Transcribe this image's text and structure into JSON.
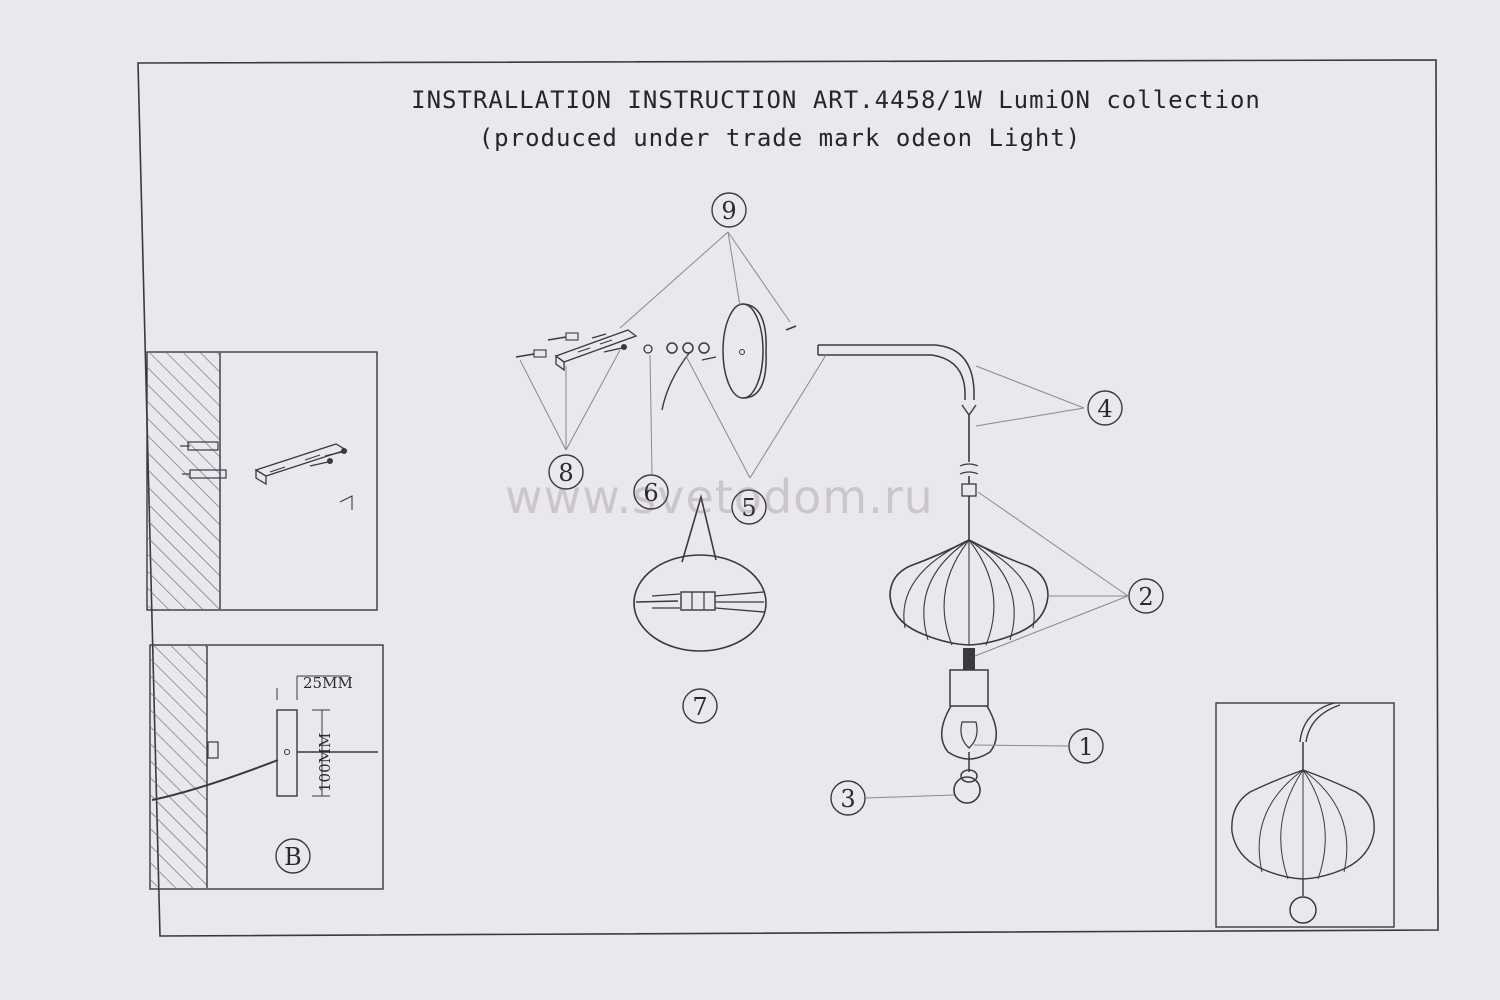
{
  "document": {
    "title_line1": "INSTRALLATION INSTRUCTION ART.4458/1W LumiON collection",
    "title_line2": "(produced under trade mark odeon Light)",
    "watermark": "www.svetodom.ru"
  },
  "callouts": {
    "n1": "1",
    "n2": "2",
    "n3": "3",
    "n4": "4",
    "n5": "5",
    "n6": "6",
    "n7": "7",
    "n8": "8",
    "n9": "9",
    "b": "B"
  },
  "dimensions": {
    "depth": "25MM",
    "height": "100MM"
  },
  "colors": {
    "paper": "#e9e8ee",
    "ink": "#2b2a30",
    "leader": "#8a8890",
    "hatch": "#6d6b73"
  }
}
